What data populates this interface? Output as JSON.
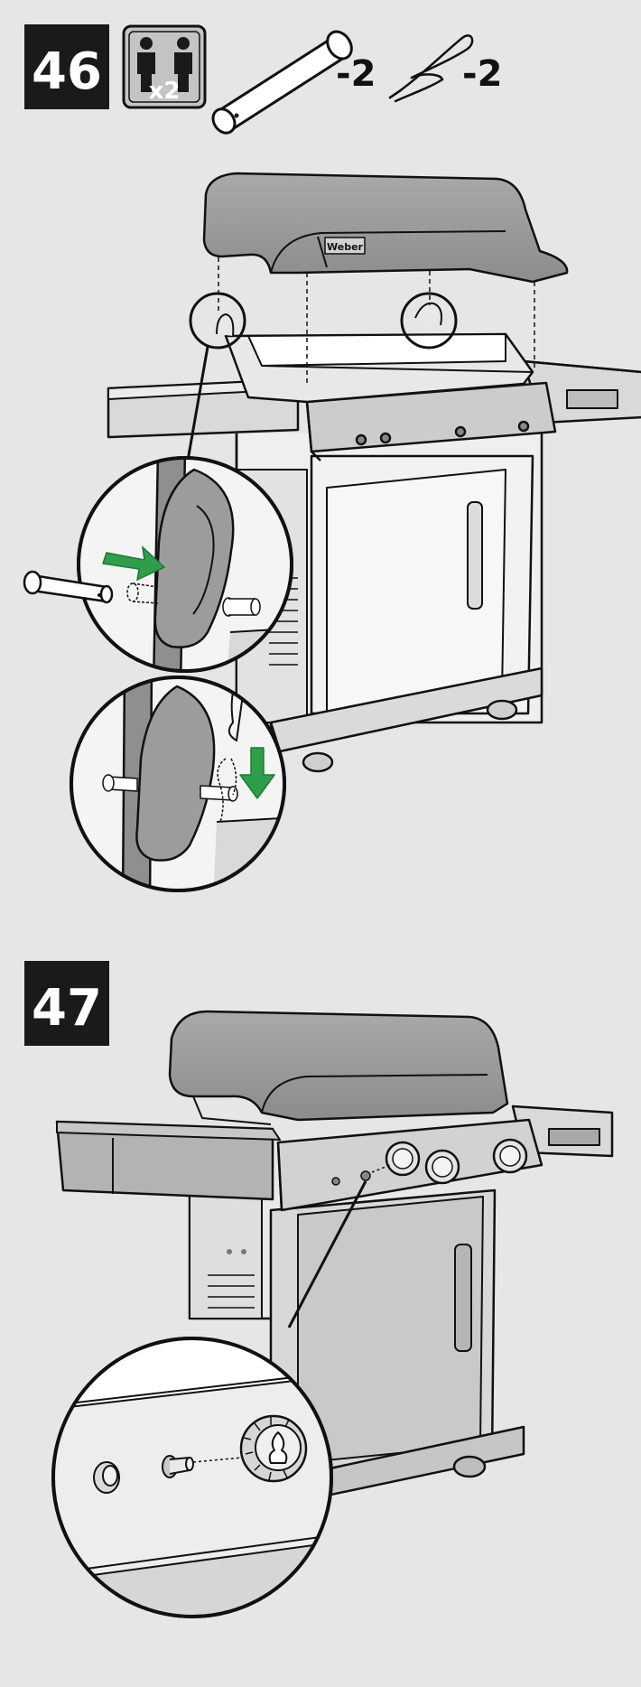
{
  "steps": [
    {
      "number": "46",
      "people_badge": "x2",
      "parts": [
        {
          "name": "hinge-pin",
          "qty": "-2"
        },
        {
          "name": "hair-pin-clip",
          "qty": "-2"
        }
      ]
    },
    {
      "number": "47"
    }
  ],
  "grill": {
    "logo_text": "Weber"
  },
  "colors": {
    "background": "#e6e6e6",
    "step_box": "#1a1a1a",
    "outline": "#111111",
    "panel_grey": "#b7b7b7",
    "light_grey": "#d9d9d9",
    "arrow_green": "#2e9e4a",
    "arrow_green_dark": "#1f7a36"
  }
}
